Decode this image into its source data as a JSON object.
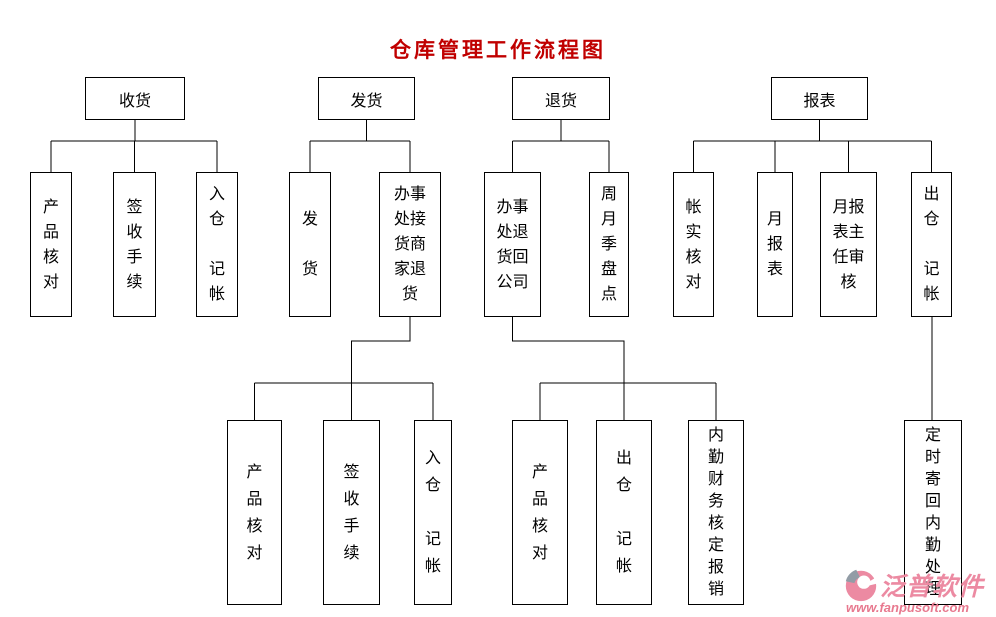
{
  "title": "仓库管理工作流程图",
  "tree": {
    "receiving": {
      "header": "收货",
      "children": {
        "product_check": "产\n品\n核\n对",
        "sign_procedure": "签\n收\n手\n续",
        "warehouse_in_record": "入\n仓\n\n记\n帐"
      }
    },
    "shipping": {
      "header": "发货",
      "children": {
        "ship": "发\n\n货",
        "office_pickup_merchant_return": "办事\n处接\n货商\n家退\n货"
      },
      "grandchildren": {
        "product_check": "产\n品\n核\n对",
        "sign_procedure": "签\n收\n手\n续",
        "warehouse_in_record": "入\n仓\n\n记\n帐"
      }
    },
    "returns": {
      "header": "退货",
      "children": {
        "office_return_company": "办事\n处退\n货回\n公司",
        "period_inventory": "周\n月\n季\n盘\n点"
      },
      "grandchildren": {
        "product_check": "产\n品\n核\n对",
        "warehouse_out_record": "出\n仓\n\n记\n帐",
        "finance_reimburse": "内\n勤\n财\n务\n核\n定\n报\n销"
      }
    },
    "reports": {
      "header": "报表",
      "children": {
        "account_verify": "帐\n实\n核\n对",
        "monthly_report": "月\n报\n表",
        "report_director_review": "月报\n表主\n任审\n核",
        "warehouse_out_record": "出\n仓\n\n记\n帐"
      },
      "grandchildren": {
        "timed_return_process": "定\n时\n寄\n回\n内\n勤\n处\n理"
      }
    }
  },
  "watermark": {
    "brand": "泛普软件",
    "url": "www.fanpusoft.com"
  },
  "colors": {
    "title": "#c00000",
    "line": "#000000",
    "watermark_pink": "#ec8aa2",
    "watermark_url_pink": "#e8798f",
    "watermark_gray": "#929ca6"
  }
}
